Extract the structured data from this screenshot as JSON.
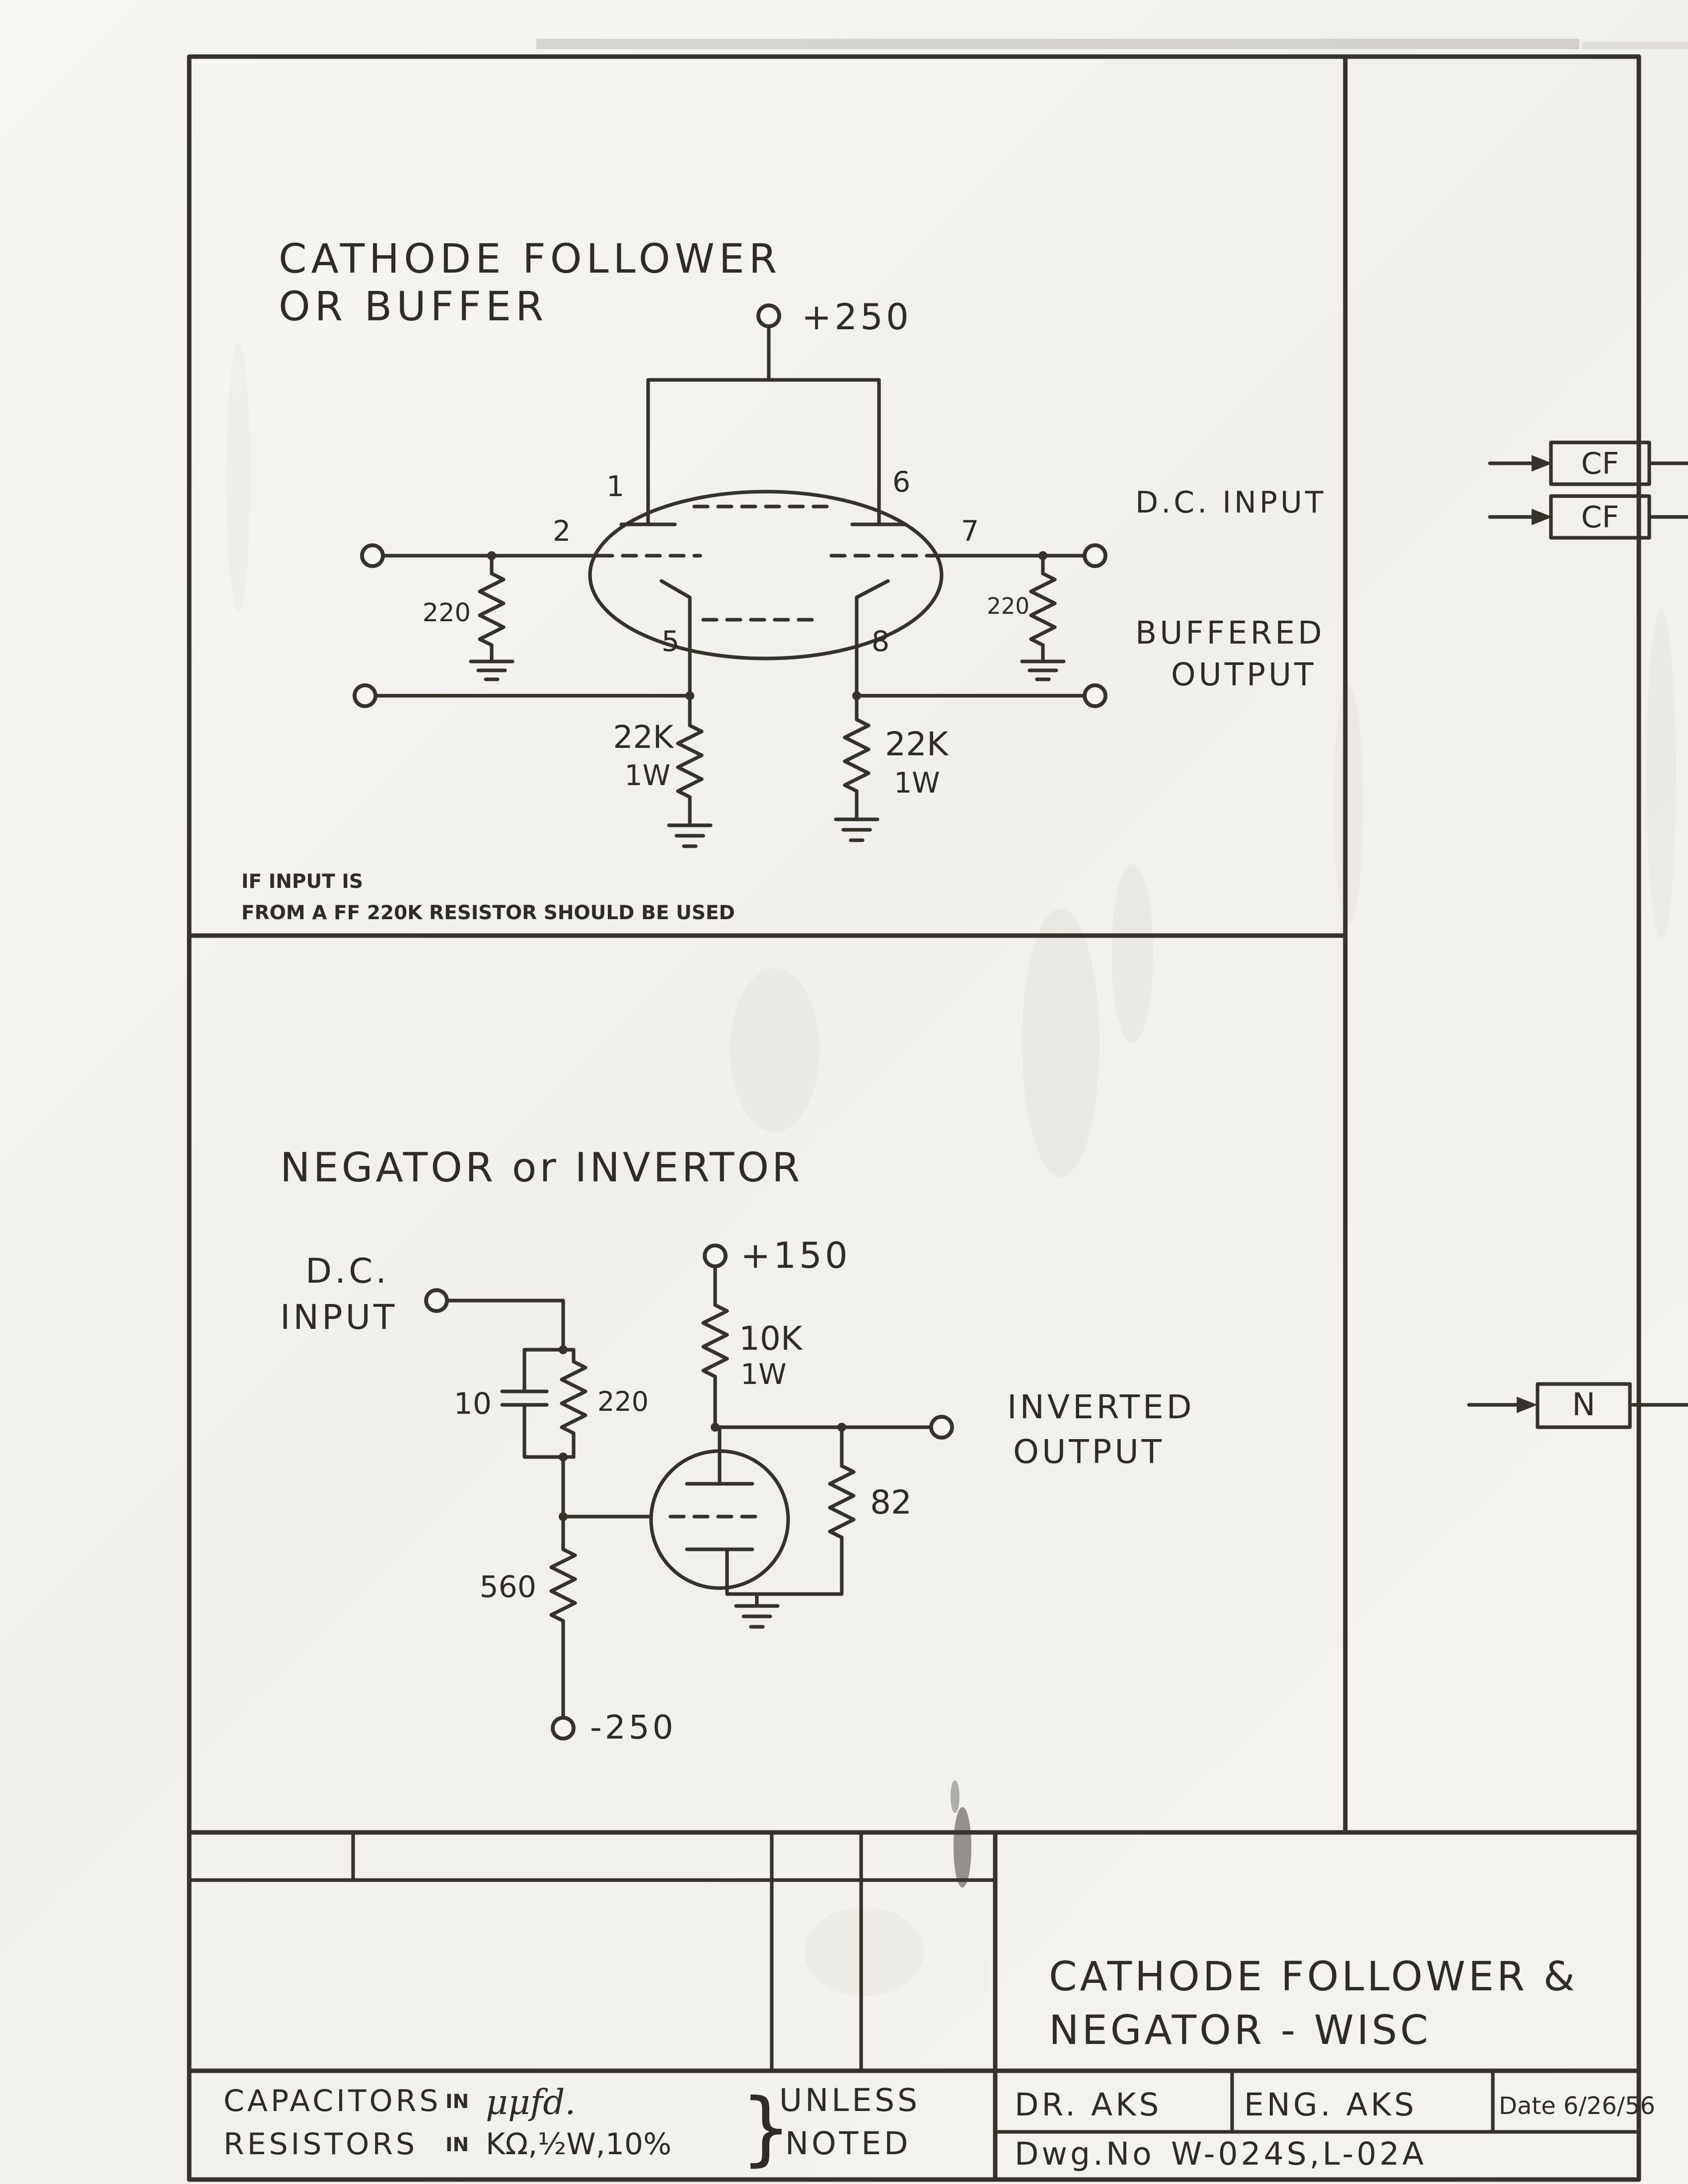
{
  "page": {
    "bg_color": "#f5f3ef",
    "ink_color": "#35312b"
  },
  "top_circuit": {
    "title_line1": "CATHODE FOLLOWER",
    "title_line2": "OR BUFFER",
    "supply_label": "+250",
    "pin_labels": [
      "1",
      "2",
      "5",
      "6",
      "7",
      "8"
    ],
    "left_grid_resistor": "220",
    "right_grid_resistor": "220",
    "left_cathode_resistor_value": "22K",
    "left_cathode_resistor_watt": "1W",
    "right_cathode_resistor_value": "22K",
    "right_cathode_resistor_watt": "1W",
    "dc_input_label": "D.C. INPUT",
    "buffered_output_line1": "BUFFERED",
    "buffered_output_line2": "OUTPUT",
    "note_line1": "IF INPUT IS",
    "note_line2": "FROM A FF 220K RESISTOR SHOULD BE USED"
  },
  "symbol_column": {
    "cf_box1_label": "CF",
    "cf_box2_label": "CF",
    "negator_box_label": "N"
  },
  "bottom_circuit": {
    "title": "NEGATOR or INVERTOR",
    "dc_input_line1": "D.C.",
    "dc_input_line2": "INPUT",
    "supply_pos_label": "+150",
    "plate_resistor_value": "10K",
    "plate_resistor_watt": "1W",
    "capacitor_value": "10",
    "grid_resistor_value": "220",
    "bias_resistor_value": "560",
    "supply_neg_label": "-250",
    "cathode_resistor_value": "82",
    "inverted_output_line1": "INVERTED",
    "inverted_output_line2": "OUTPUT"
  },
  "title_block": {
    "title_line1": "CATHODE FOLLOWER &",
    "title_line2": "NEGATOR - WISC",
    "drawn_by": "DR. AKS",
    "engineer": "ENG. AKS",
    "date": "Date 6/26/56",
    "dwg_label": "Dwg.No",
    "dwg_number": "W-024S,L-02A",
    "capacitors_label": "CAPACITORS",
    "capacitors_in": "IN",
    "capacitors_unit": "μμfd.",
    "resistors_label": "RESISTORS",
    "resistors_in": "IN",
    "resistors_unit": "KΩ,½W,10%",
    "brace": "}",
    "unless": "UNLESS",
    "noted": "NOTED"
  }
}
